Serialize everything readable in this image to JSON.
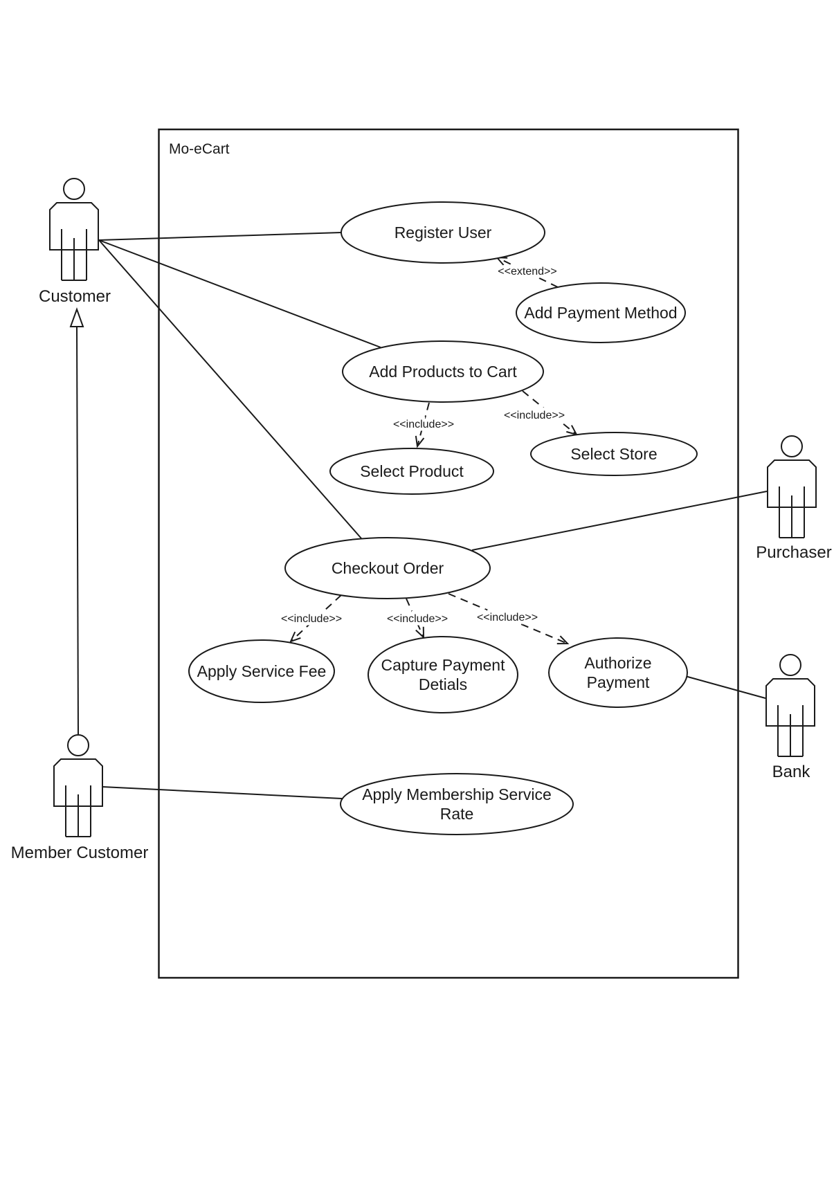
{
  "diagram": {
    "type": "uml-use-case",
    "system_title": "Mo-eCart",
    "actors": [
      {
        "id": "customer",
        "label": "Customer"
      },
      {
        "id": "member-customer",
        "label": "Member Customer"
      },
      {
        "id": "purchaser",
        "label": "Purchaser"
      },
      {
        "id": "bank",
        "label": "Bank"
      }
    ],
    "use_cases": [
      {
        "id": "register-user",
        "label": "Register User"
      },
      {
        "id": "add-payment-method",
        "label": "Add Payment Method"
      },
      {
        "id": "add-products-to-cart",
        "label": "Add Products to Cart"
      },
      {
        "id": "select-product",
        "label": "Select Product"
      },
      {
        "id": "select-store",
        "label": "Select Store"
      },
      {
        "id": "checkout-order",
        "label": "Checkout Order"
      },
      {
        "id": "apply-service-fee",
        "label": "Apply Service Fee"
      },
      {
        "id": "capture-payment-detials",
        "line1": "Capture Payment",
        "line2": "Detials"
      },
      {
        "id": "authorize-payment",
        "line1": "Authorize",
        "line2": "Payment"
      },
      {
        "id": "apply-membership-service-rate",
        "line1": "Apply Membership Service",
        "line2": "Rate"
      }
    ],
    "stereotypes": {
      "extend": "<<extend>>",
      "include": "<<include>>"
    },
    "relationships": [
      {
        "from": "customer",
        "to": "register-user",
        "type": "association"
      },
      {
        "from": "customer",
        "to": "add-products-to-cart",
        "type": "association"
      },
      {
        "from": "customer",
        "to": "checkout-order",
        "type": "association"
      },
      {
        "from": "purchaser",
        "to": "checkout-order",
        "type": "association"
      },
      {
        "from": "bank",
        "to": "authorize-payment",
        "type": "association"
      },
      {
        "from": "member-customer",
        "to": "apply-membership-service-rate",
        "type": "association"
      },
      {
        "from": "member-customer",
        "to": "customer",
        "type": "generalization"
      },
      {
        "from": "add-payment-method",
        "to": "register-user",
        "type": "extend"
      },
      {
        "from": "add-products-to-cart",
        "to": "select-product",
        "type": "include"
      },
      {
        "from": "add-products-to-cart",
        "to": "select-store",
        "type": "include"
      },
      {
        "from": "checkout-order",
        "to": "apply-service-fee",
        "type": "include"
      },
      {
        "from": "checkout-order",
        "to": "capture-payment-detials",
        "type": "include"
      },
      {
        "from": "checkout-order",
        "to": "authorize-payment",
        "type": "include"
      }
    ],
    "colors": {
      "stroke": "#1a1a1a",
      "background": "#ffffff"
    }
  }
}
